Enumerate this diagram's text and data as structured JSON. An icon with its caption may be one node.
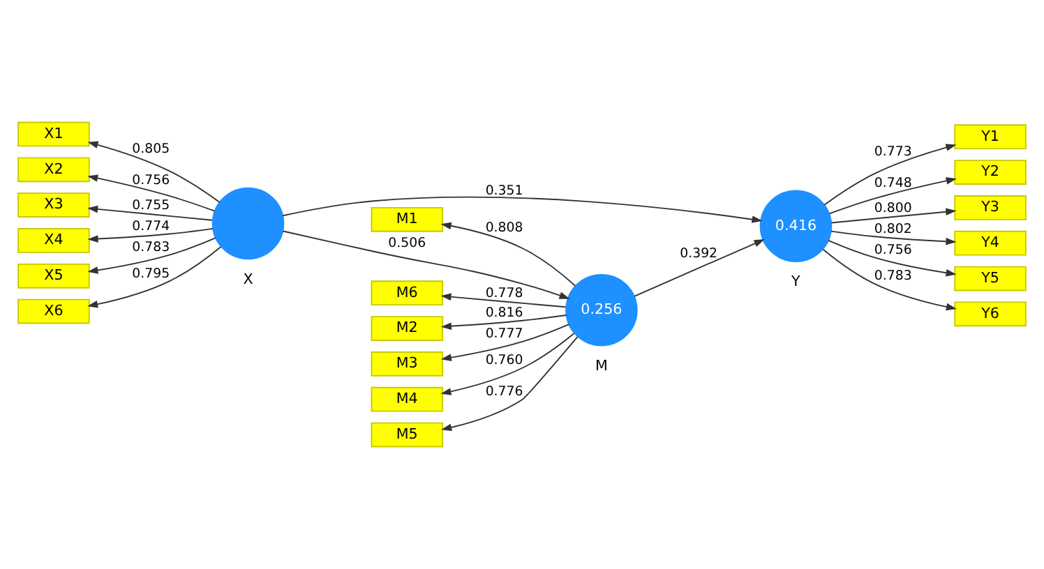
{
  "diagram": {
    "nodes": [
      {
        "text": [
          "M1"
        ]
      },
      {
        "text": [
          "M2"
        ]
      },
      {
        "text": [
          "M3"
        ]
      },
      {
        "text": [
          "M4"
        ]
      },
      {
        "text": [
          "M5"
        ]
      },
      {
        "text": [
          "M6"
        ]
      },
      {
        "text": [
          "0.256"
        ],
        "beside": [
          "M"
        ]
      },
      {
        "text": [
          "X1"
        ]
      },
      {
        "text": [
          "X2"
        ]
      },
      {
        "text": [
          "X3"
        ]
      },
      {
        "text": [
          "X4"
        ]
      },
      {
        "text": [
          "X5"
        ]
      },
      {
        "text": [
          "X6"
        ]
      },
      {
        "text": [],
        "shape": "circle",
        "beside": [
          "X"
        ]
      },
      {
        "text": [
          "Y1"
        ]
      },
      {
        "text": [
          "Y2"
        ]
      },
      {
        "text": [
          "Y3"
        ]
      },
      {
        "text": [
          "Y4"
        ]
      },
      {
        "text": [
          "Y5"
        ]
      },
      {
        "text": [
          "Y6"
        ]
      },
      {
        "text": [
          "0.416"
        ],
        "beside": [
          "Y"
        ]
      }
    ],
    "edges": [
      {
        "from": 6,
        "to": 0,
        "arrow": "to",
        "label": "0.808"
      },
      {
        "from": 6,
        "to": 1,
        "arrow": "to",
        "label": "0.816"
      },
      {
        "from": 6,
        "to": 2,
        "arrow": "to",
        "label": "0.777"
      },
      {
        "from": 6,
        "to": 3,
        "arrow": "to",
        "label": "0.760"
      },
      {
        "from": 6,
        "to": 4,
        "arrow": "to",
        "label": "0.776"
      },
      {
        "from": 6,
        "to": 5,
        "arrow": "to",
        "label": "0.778"
      },
      {
        "from": 13,
        "to": 7,
        "arrow": "to",
        "label": "0.805"
      },
      {
        "from": 13,
        "to": 8,
        "arrow": "to",
        "label": "0.756"
      },
      {
        "from": 13,
        "to": 9,
        "arrow": "to",
        "label": "0.755"
      },
      {
        "from": 13,
        "to": 10,
        "arrow": "to",
        "label": "0.774"
      },
      {
        "from": 13,
        "to": 11,
        "arrow": "to",
        "label": "0.783"
      },
      {
        "from": 13,
        "to": 12,
        "arrow": "to",
        "label": "0.795"
      },
      {
        "from": 13,
        "to": 6,
        "arrow": "to",
        "label": "0.506"
      },
      {
        "from": 6,
        "to": 20,
        "arrow": "to",
        "label": "0.392"
      },
      {
        "from": 13,
        "to": 20,
        "arrow": "to",
        "label": "0.351"
      },
      {
        "from": 20,
        "to": 14,
        "arrow": "to",
        "label": "0.773"
      },
      {
        "from": 20,
        "to": 15,
        "arrow": "to",
        "label": "0.748"
      },
      {
        "from": 20,
        "to": 16,
        "arrow": "to",
        "label": "0.800"
      },
      {
        "from": 20,
        "to": 17,
        "arrow": "to",
        "label": "0.802"
      },
      {
        "from": 20,
        "to": 18,
        "arrow": "to",
        "label": "0.756"
      },
      {
        "from": 20,
        "to": 19,
        "arrow": "to",
        "label": "0.783"
      }
    ]
  }
}
